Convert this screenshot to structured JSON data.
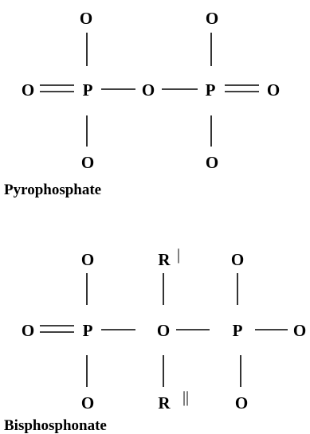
{
  "pyrophosphate": {
    "caption": "Pyrophosphate",
    "atoms": {
      "o_top_left": "O",
      "o_top_right": "O",
      "o_left": "O",
      "p_left": "P",
      "o_bridge": "O",
      "p_right": "P",
      "o_right": "O",
      "o_bottom_left": "O",
      "o_bottom_right": "O"
    }
  },
  "bisphosphonate": {
    "caption": "Bisphosphonate",
    "atoms": {
      "o_top_left": "O",
      "r1": "R",
      "r1_mark": "|",
      "o_top_right": "O",
      "o_left": "O",
      "p_left": "P",
      "o_center": "O",
      "p_right": "P",
      "o_right": "O",
      "o_bottom_left": "O",
      "r2": "R",
      "r2_mark": "||",
      "o_bottom_right": "O"
    }
  }
}
